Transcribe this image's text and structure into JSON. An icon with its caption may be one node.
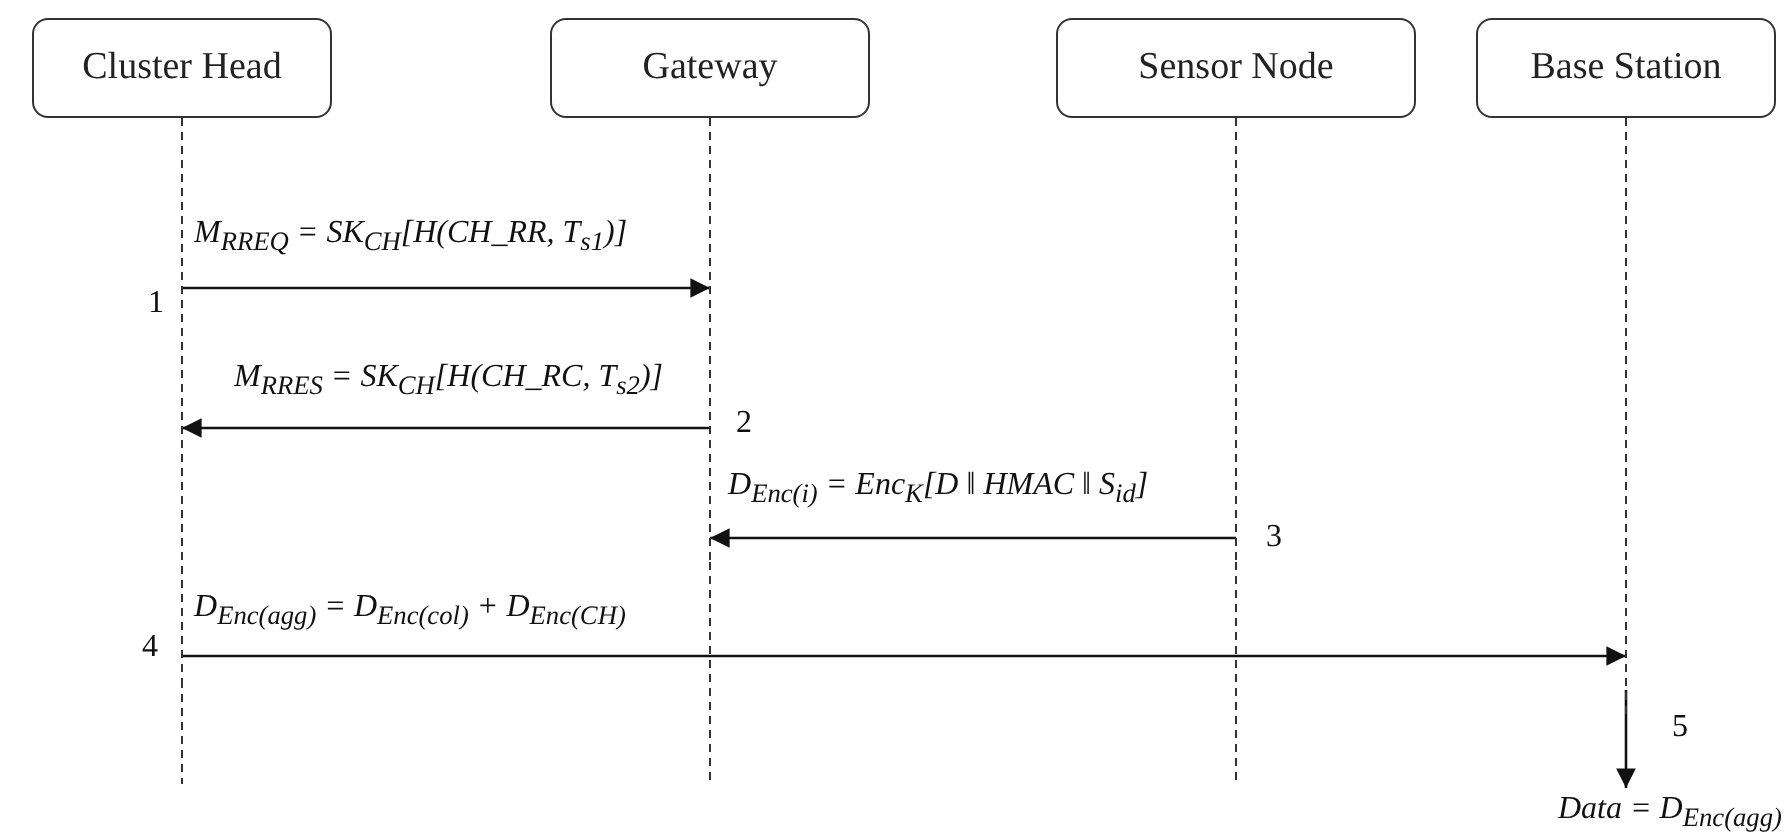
{
  "diagram": {
    "nodes": [
      {
        "text": [
          "Cluster Head"
        ]
      },
      {
        "text": [
          "Gateway"
        ]
      },
      {
        "text": [
          "Sensor Node"
        ]
      },
      {
        "text": [
          "Base Station"
        ]
      },
      {
        "text": [
          "Data = D$_{Enc(agg)}$"
        ]
      }
    ],
    "edges": [
      {
        "from": 0,
        "to": 1,
        "arrow": "to",
        "label": "M$_{RREQ}$ = SK$_{CH}$[H(CH_RR, T$_{s1}$)]"
      },
      {
        "from": 1,
        "to": 0,
        "arrow": "to",
        "label": "M$_{RRES}$ = SK$_{CH}$[H(CH_RC, T$_{s2}$)]"
      },
      {
        "from": 2,
        "to": 1,
        "arrow": "to",
        "label": "D$_{Enc(i)}$ = Enc$_{K}$[D ‖ HMAC ‖ S$_{id}$]"
      },
      {
        "from": 0,
        "to": 3,
        "arrow": "to",
        "label": "D$_{Enc(agg)}$ = D$_{Enc(col)}$ + D$_{Enc(CH)}$"
      },
      {
        "from": 3,
        "to": 4,
        "arrow": "to"
      }
    ],
    "labels": [
      "1",
      "2",
      "3",
      "4",
      "5"
    ]
  }
}
